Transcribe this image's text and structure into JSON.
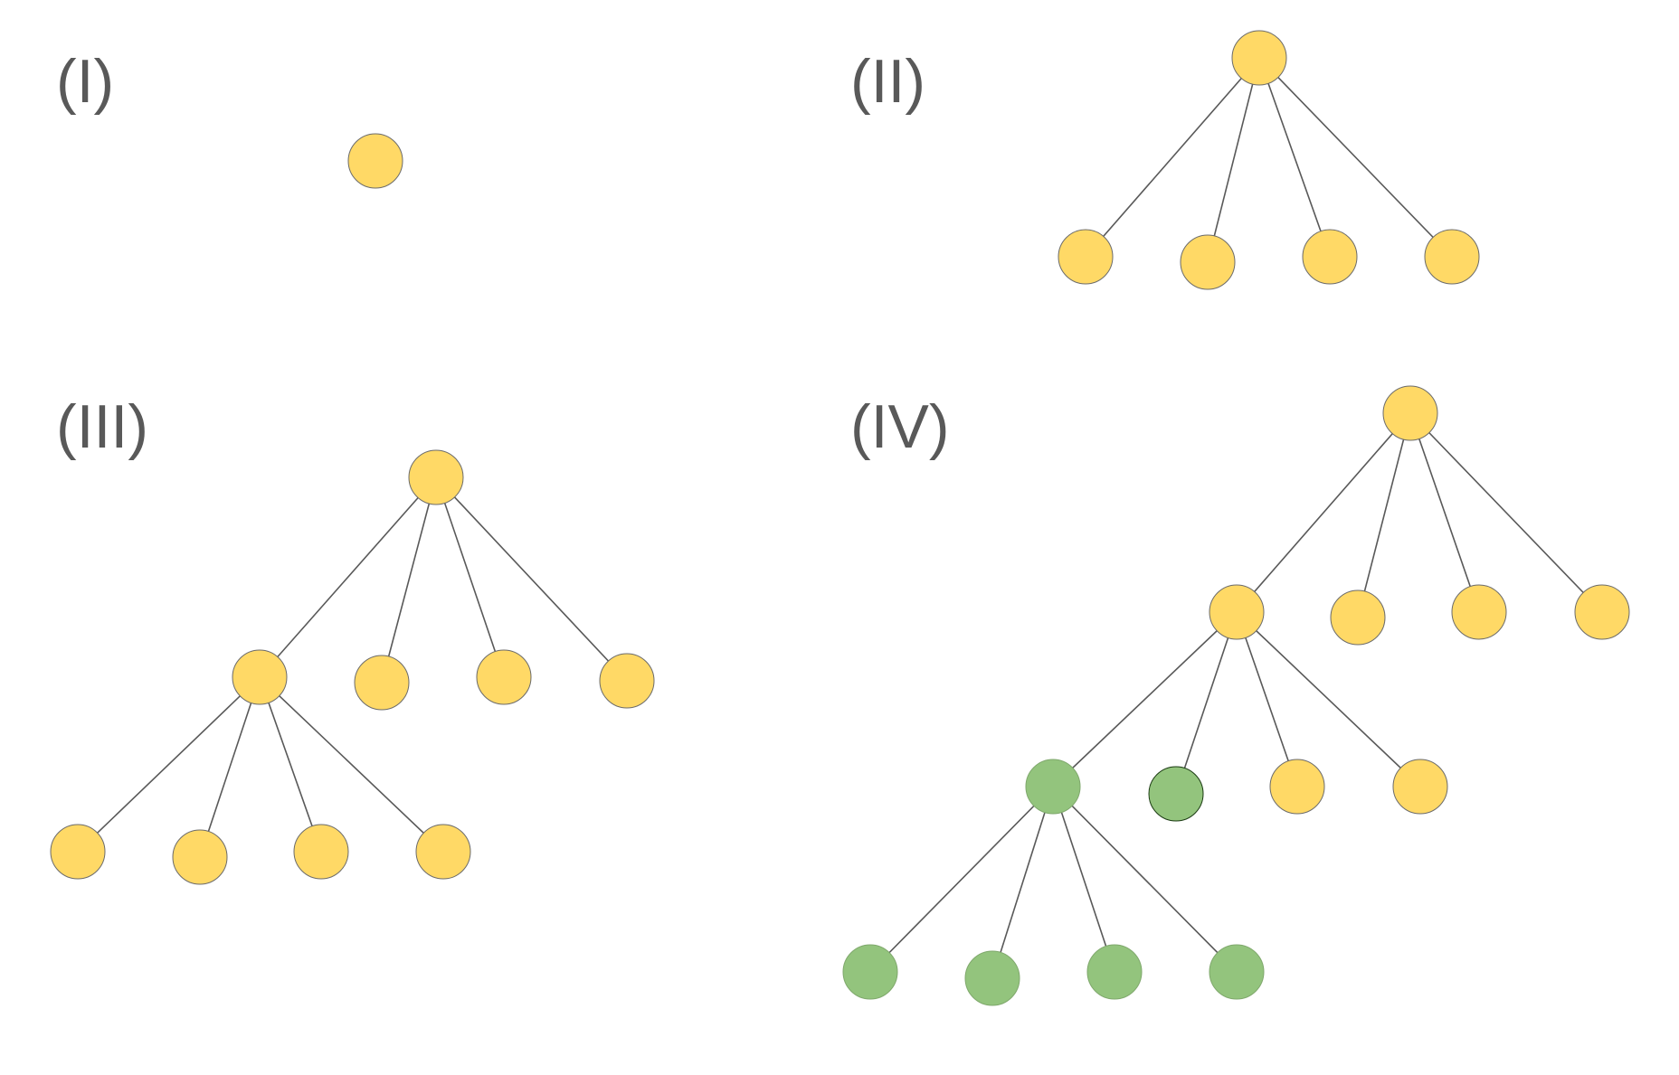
{
  "colors": {
    "yellow_node": "#FFD966",
    "green_node": "#93C47D",
    "edge": "#595959",
    "label": "#595959"
  },
  "panels": [
    {
      "label": "(I)",
      "nodes": [
        {
          "color": "yellow"
        }
      ],
      "edges": []
    },
    {
      "label": "(II)",
      "nodes": [
        {
          "color": "yellow"
        },
        {
          "color": "yellow"
        },
        {
          "color": "yellow"
        },
        {
          "color": "yellow"
        },
        {
          "color": "yellow"
        }
      ],
      "edges": [
        [
          0,
          1
        ],
        [
          0,
          2
        ],
        [
          0,
          3
        ],
        [
          0,
          4
        ]
      ]
    },
    {
      "label": "(III)",
      "nodes": [
        {
          "color": "yellow"
        },
        {
          "color": "yellow"
        },
        {
          "color": "yellow"
        },
        {
          "color": "yellow"
        },
        {
          "color": "yellow"
        },
        {
          "color": "yellow"
        },
        {
          "color": "yellow"
        },
        {
          "color": "yellow"
        },
        {
          "color": "yellow"
        }
      ],
      "edges": [
        [
          0,
          1
        ],
        [
          0,
          2
        ],
        [
          0,
          3
        ],
        [
          0,
          4
        ],
        [
          1,
          5
        ],
        [
          1,
          6
        ],
        [
          1,
          7
        ],
        [
          1,
          8
        ]
      ]
    },
    {
      "label": "(IV)",
      "nodes": [
        {
          "color": "yellow"
        },
        {
          "color": "yellow"
        },
        {
          "color": "yellow"
        },
        {
          "color": "yellow"
        },
        {
          "color": "yellow"
        },
        {
          "color": "green"
        },
        {
          "color": "green",
          "dark_outline": true
        },
        {
          "color": "yellow"
        },
        {
          "color": "yellow"
        },
        {
          "color": "green"
        },
        {
          "color": "green"
        },
        {
          "color": "green"
        },
        {
          "color": "green"
        }
      ],
      "edges": [
        [
          0,
          1
        ],
        [
          0,
          2
        ],
        [
          0,
          3
        ],
        [
          0,
          4
        ],
        [
          1,
          5
        ],
        [
          1,
          6
        ],
        [
          1,
          7
        ],
        [
          1,
          8
        ],
        [
          5,
          9
        ],
        [
          5,
          10
        ],
        [
          5,
          11
        ],
        [
          5,
          12
        ]
      ]
    }
  ]
}
